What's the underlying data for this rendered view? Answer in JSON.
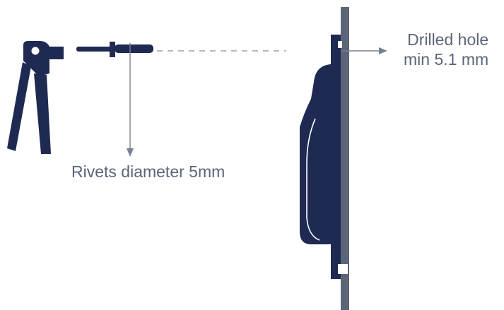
{
  "labels": {
    "rivet_diameter": "Rivets diameter 5mm",
    "drilled_hole_line1": "Drilled hole",
    "drilled_hole_line2": "min 5.1 mm"
  },
  "icons": {
    "tool": "rivet-gun-icon",
    "rivet": "rivet-icon",
    "unit": "wall-unit-icon"
  },
  "colors": {
    "navy": "#1e2a52",
    "wall": "#5c6477",
    "text": "#5a6577",
    "line": "#7a8191",
    "dash": "#9aa0ac",
    "background": "#ffffff"
  }
}
